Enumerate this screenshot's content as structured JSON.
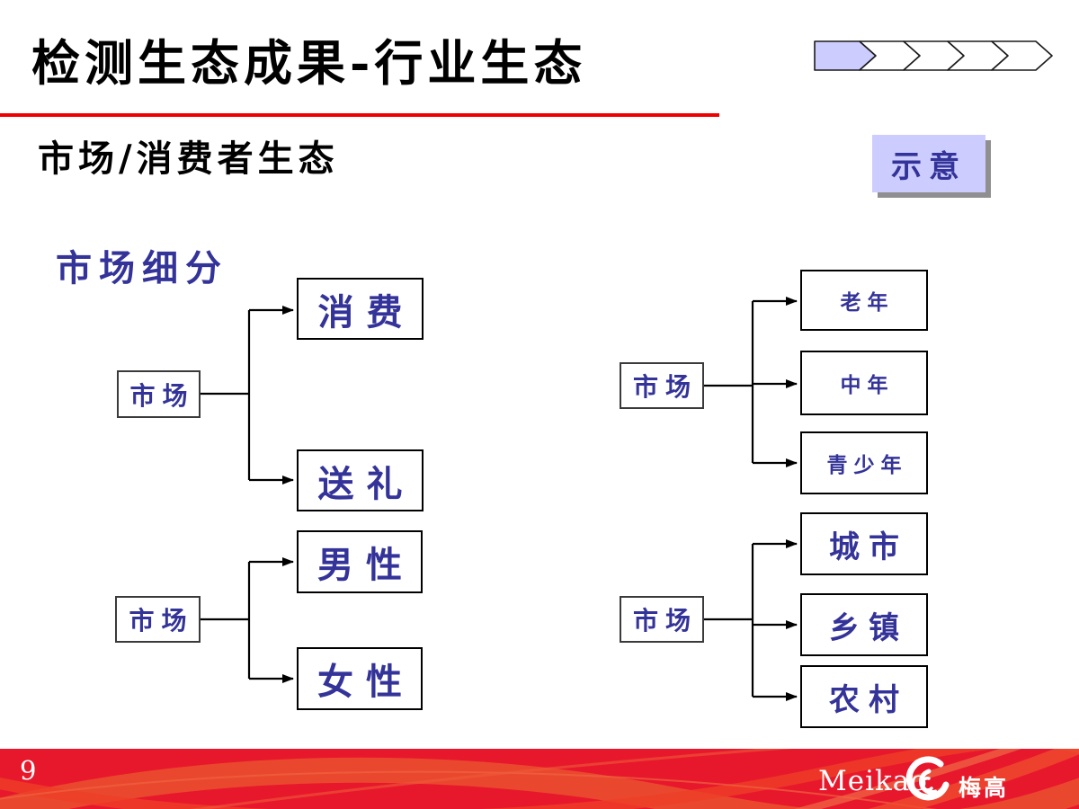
{
  "slide": {
    "title": "检测生态成果-行业生态",
    "subtitle": "市场/消费者生态",
    "stamp": "示意",
    "section_label": "市场细分",
    "page_number": "9"
  },
  "progress": {
    "segments": 5,
    "active_segment": 1
  },
  "diagrams": [
    {
      "parent": "市场",
      "children": [
        "消费",
        "送礼"
      ]
    },
    {
      "parent": "市场",
      "children": [
        "男性",
        "女性"
      ]
    },
    {
      "parent": "市场",
      "children": [
        "老年",
        "中年",
        "青少年"
      ]
    },
    {
      "parent": "市场",
      "children": [
        "城市",
        "乡镇",
        "农村"
      ]
    }
  ],
  "footer": {
    "logo_latin": "Meikao",
    "logo_cjk": "梅高"
  },
  "colors": {
    "accent_blue": "#333399",
    "highlight_fill": "#ccccff",
    "title_rule_red": "#ee0000",
    "footer_red": "#e8182c",
    "footer_swirl": "#ea4b2e"
  }
}
